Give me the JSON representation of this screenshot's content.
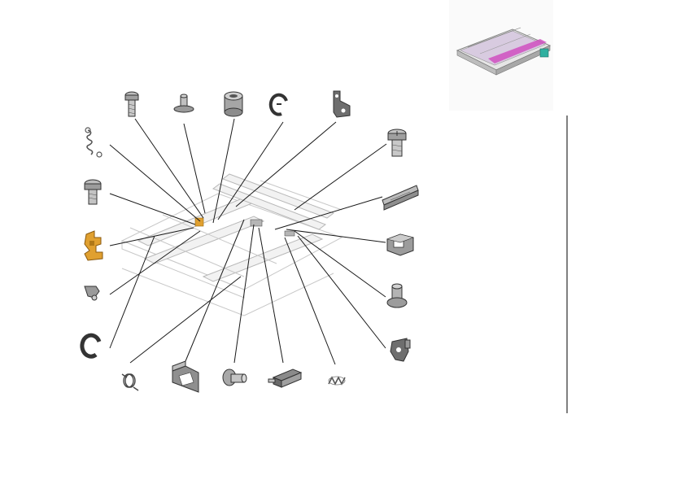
{
  "figure": {
    "layout": "exploded-view",
    "colors": {
      "line": "#1a1a1a",
      "part_gray": "#9a9a9a",
      "part_dark": "#555555",
      "highlight_part": "#e0a030",
      "thumbnail_magenta": "#d050c0",
      "thumbnail_teal": "#30b0a0",
      "frame": "#c8c8c8"
    },
    "assembly_thumbnail": {
      "icon": "transfer-belt-unit-icon"
    },
    "parts": [
      {
        "id": "p1",
        "icon": "screw-icon",
        "side": "top"
      },
      {
        "id": "p2",
        "icon": "stud-icon",
        "side": "top"
      },
      {
        "id": "p3",
        "icon": "bushing-icon",
        "side": "top"
      },
      {
        "id": "p4",
        "icon": "e-ring-icon",
        "side": "top"
      },
      {
        "id": "p5",
        "icon": "bracket-icon",
        "side": "top"
      },
      {
        "id": "p6",
        "icon": "spring-icon",
        "side": "left"
      },
      {
        "id": "p7",
        "icon": "screw-icon",
        "side": "left"
      },
      {
        "id": "p8",
        "icon": "lever-icon",
        "side": "left",
        "highlighted": true
      },
      {
        "id": "p9",
        "icon": "clip-icon",
        "side": "left"
      },
      {
        "id": "p10",
        "icon": "e-ring-icon",
        "side": "left"
      },
      {
        "id": "p11",
        "icon": "screw-icon",
        "side": "right"
      },
      {
        "id": "p12",
        "icon": "rail-icon",
        "side": "right"
      },
      {
        "id": "p13",
        "icon": "holder-icon",
        "side": "right"
      },
      {
        "id": "p14",
        "icon": "pin-icon",
        "side": "right"
      },
      {
        "id": "p15",
        "icon": "bracket-icon",
        "side": "right"
      },
      {
        "id": "p16",
        "icon": "torsion-spring-icon",
        "side": "bottom"
      },
      {
        "id": "p17",
        "icon": "guide-icon",
        "side": "bottom"
      },
      {
        "id": "p18",
        "icon": "shaft-pin-icon",
        "side": "bottom"
      },
      {
        "id": "p19",
        "icon": "solenoid-icon",
        "side": "bottom"
      },
      {
        "id": "p20",
        "icon": "compression-spring-icon",
        "side": "bottom"
      }
    ]
  }
}
